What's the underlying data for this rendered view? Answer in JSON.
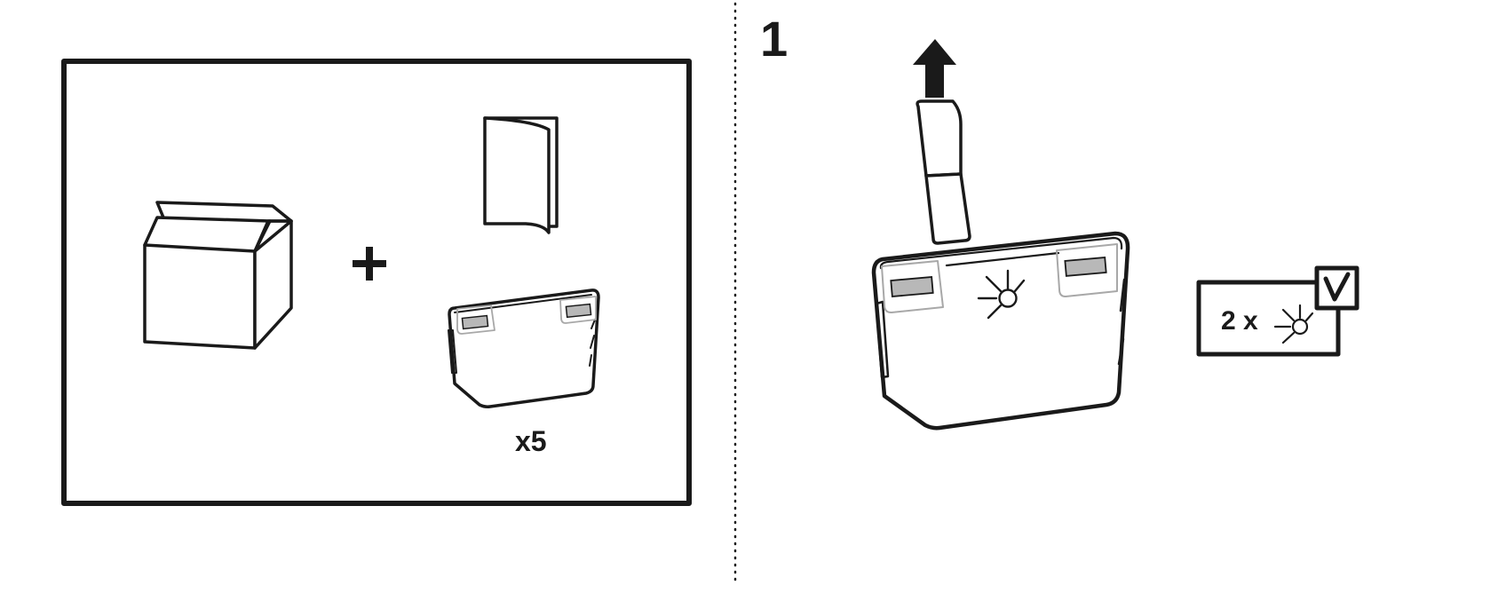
{
  "step_number": "1",
  "quantity_label": "x5",
  "count_label": "2 x",
  "colors": {
    "ink": "#1a1a1a",
    "label_grey": "#b8b8b8",
    "outline_grey": "#a8a8a8"
  },
  "icons": [
    "box-icon",
    "plus-icon",
    "booklet-icon",
    "battery-pack-icon",
    "arrow-up-icon",
    "pull-tab-icon",
    "led-icon",
    "checkmark-icon"
  ]
}
